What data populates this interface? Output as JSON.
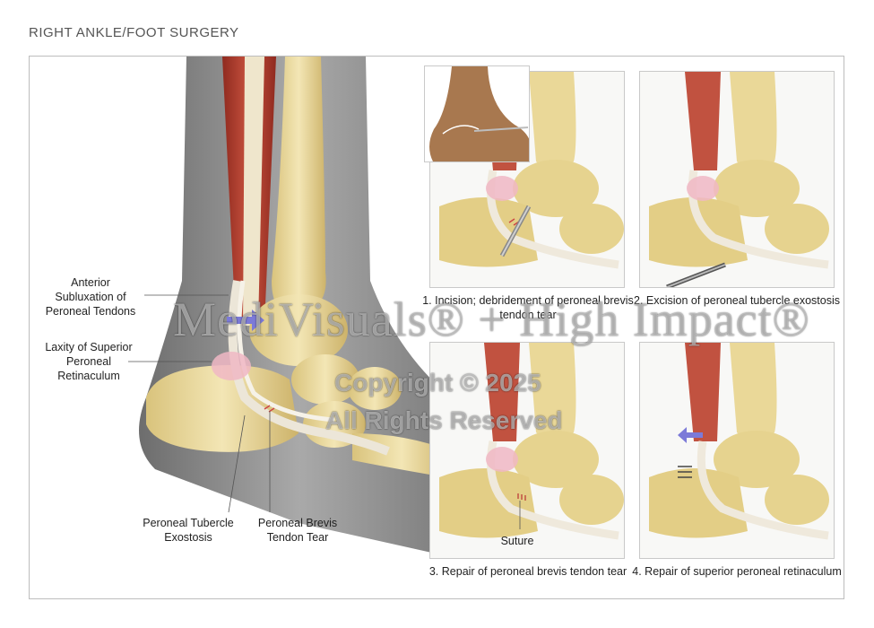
{
  "title": "RIGHT ANKLE/FOOT SURGERY",
  "main_labels": {
    "anterior_subluxation": "Anterior\nSubluxation of\nPeroneal Tendons",
    "laxity": "Laxity of Superior\nPeroneal\nRetinaculum",
    "tubercle": "Peroneal Tubercle\nExostosis",
    "brevis_tear": "Peroneal Brevis\nTendon Tear"
  },
  "panels": [
    {
      "caption": "1. Incision; debridement of peroneal brevis tendon tear"
    },
    {
      "caption": "2. Excision of peroneal tubercle exostosis"
    },
    {
      "caption": "3. Repair of peroneal brevis tendon tear",
      "label": "Suture"
    },
    {
      "caption": "4. Repair of superior peroneal retinaculum"
    }
  ],
  "watermark": {
    "brand": "MediVisuals® + High Impact®",
    "copyright": "Copyright © 2025",
    "rights": "All Rights Reserved"
  },
  "colors": {
    "bone": "#e9d79a",
    "muscle": "#b8402f",
    "tendon": "#e8e2d4",
    "skin": "#8e8e8e",
    "arrow": "#7c7ad8"
  }
}
